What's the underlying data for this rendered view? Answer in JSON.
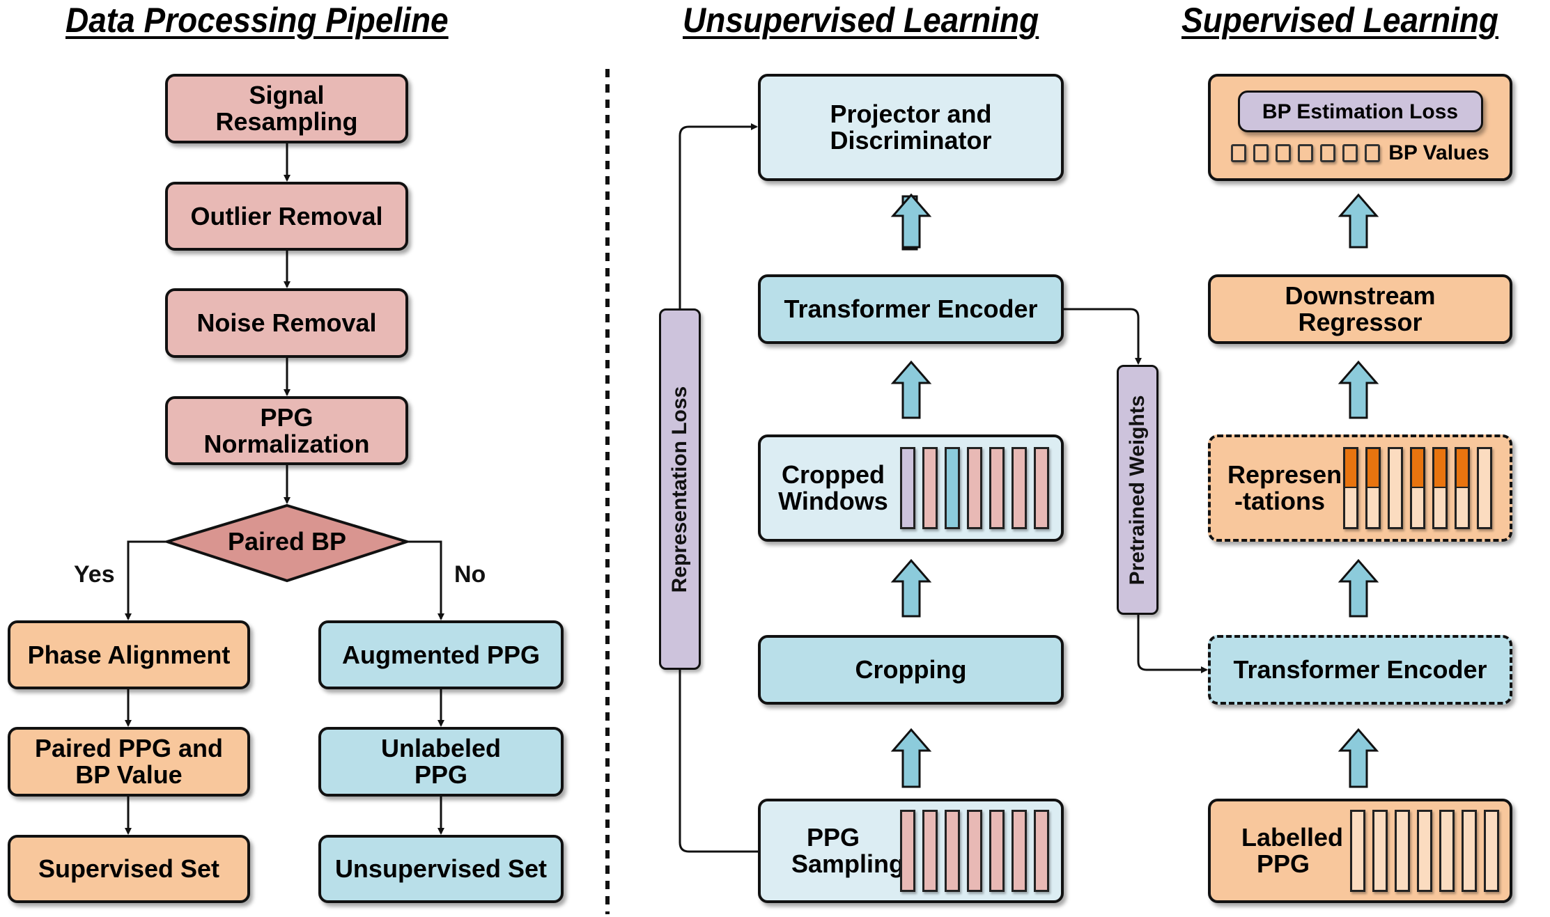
{
  "titles": {
    "left": "Data Processing Pipeline",
    "middle": "Unsupervised Learning",
    "right": "Supervised Learning"
  },
  "pipeline": {
    "steps": [
      "Signal Resampling",
      "Outlier Removal",
      "Noise Removal",
      "PPG Normalization"
    ],
    "decision": "Paired BP",
    "yes_label": "Yes",
    "no_label": "No",
    "yes_branch": [
      "Phase Alignment",
      "Paired PPG and BP Value",
      "Supervised Set"
    ],
    "no_branch": [
      "Augmented PPG",
      "Unlabeled PPG",
      "Unsupervised Set"
    ]
  },
  "unsupervised": {
    "projector": "Projector and Discriminator",
    "encoder": "Transformer Encoder",
    "cropped_windows": "Cropped Windows",
    "cropped_window_colors": [
      "#cdc3dc",
      "#e8b9b5",
      "#8ccbdb",
      "#e8b9b5",
      "#e8b9b5",
      "#e8b9b5",
      "#e8b9b5"
    ],
    "cropping": "Cropping",
    "ppg_sampling": "PPG Sampling",
    "ppg_sampling_colors": [
      "#e8b9b5",
      "#e8b9b5",
      "#e8b9b5",
      "#e8b9b5",
      "#e8b9b5",
      "#e8b9b5",
      "#e8b9b5"
    ],
    "representation_loss": "Representation Loss",
    "pretrained_weights": "Pretrained Weights"
  },
  "supervised": {
    "bp_estimation_loss": "BP Estimation Loss",
    "bp_values": "BP Values",
    "bp_value_count": 7,
    "downstream": "Downstream Regressor",
    "representations": "Represen -tations",
    "representation_highlight": [
      true,
      true,
      false,
      true,
      true,
      true,
      false
    ],
    "encoder": "Transformer Encoder",
    "labelled_ppg": "Labelled PPG",
    "labelled_bar_count": 7
  },
  "colors": {
    "pink": "#e8b9b5",
    "diamond": "#d99590",
    "orange": "#f8c79c",
    "orange_accent": "#e8740f",
    "light_orange": "#fbdcc0",
    "blue": "#b9dfe9",
    "light_blue": "#dcedf3",
    "arrow_blue": "#8ccbdb",
    "purple": "#cdc3dc"
  }
}
